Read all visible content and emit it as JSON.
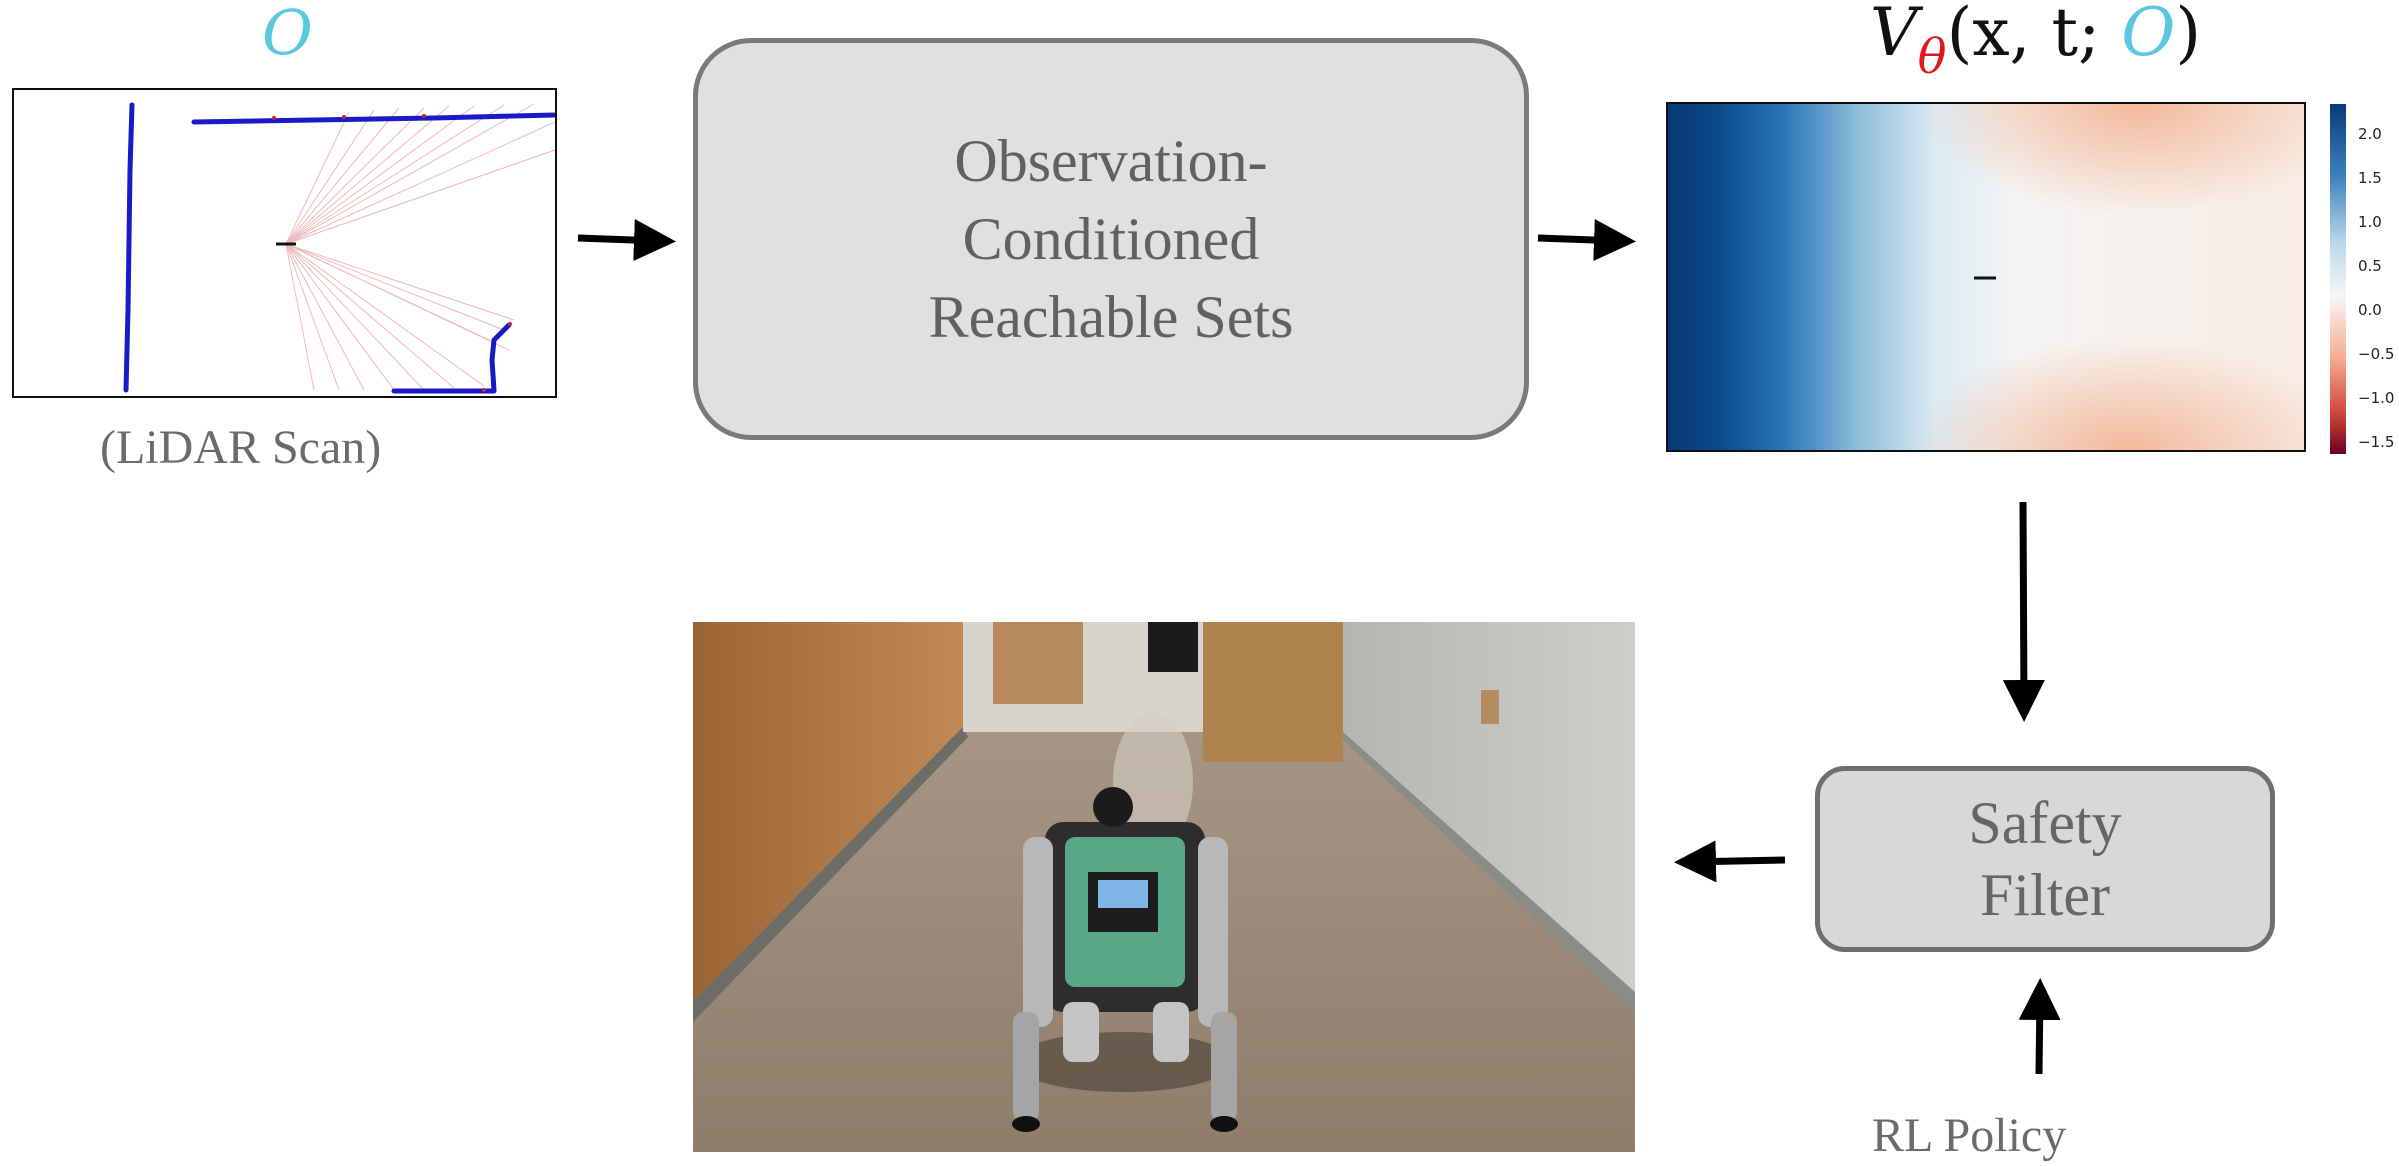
{
  "lidar": {
    "observation_symbol": "O",
    "caption": "(LiDAR Scan)"
  },
  "process": {
    "lines": [
      "Observation-",
      "Conditioned",
      "Reachable Sets"
    ]
  },
  "value_function": {
    "title_V": "V",
    "title_theta": "θ",
    "title_args": "(x, t; ",
    "title_O": "O",
    "title_close": ")",
    "colorbar_ticks": [
      "2.0",
      "1.5",
      "1.0",
      "0.5",
      "0.0",
      "−0.5",
      "−1.0",
      "−1.5"
    ]
  },
  "safety_filter": {
    "lines": [
      "Safety",
      "Filter"
    ]
  },
  "policy": {
    "label": "RL Policy"
  },
  "colors": {
    "observation": "#5ac8de",
    "theta": "#e0191f",
    "box_fill": "#e0e0e0",
    "box_border": "#7a7a7a",
    "label_gray": "#6b6b6b"
  }
}
